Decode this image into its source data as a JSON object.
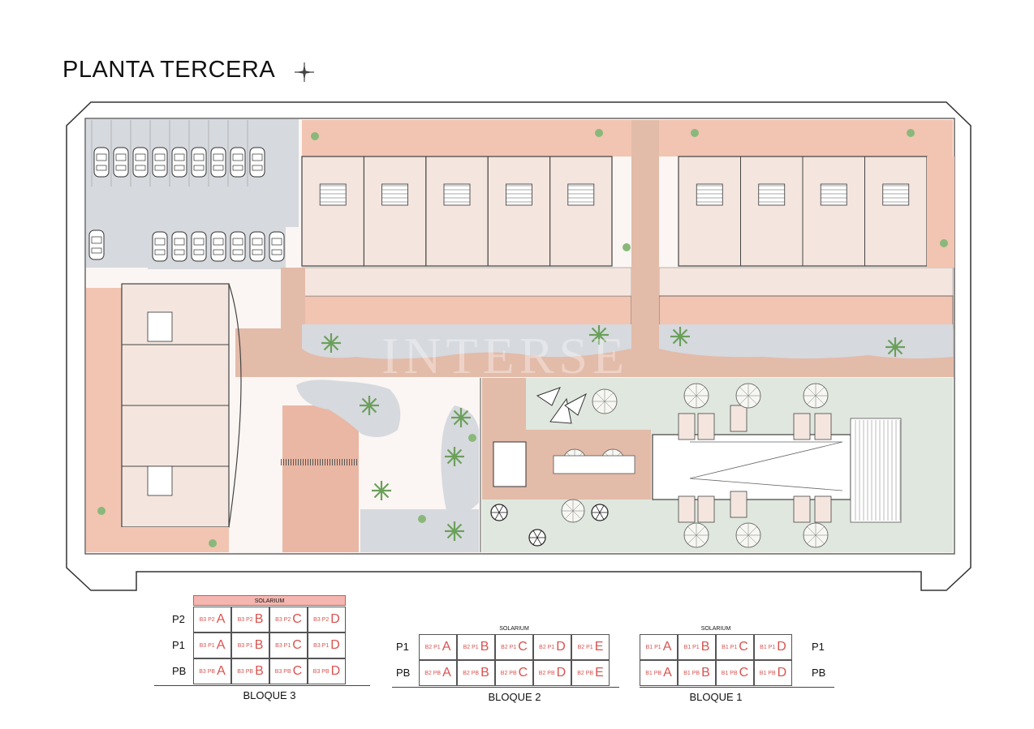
{
  "title": "PLANTA TERCERA",
  "watermark": "INTERSE",
  "colors": {
    "terracotta": "#f2c4b2",
    "paving": "#e3bba9",
    "garden": "#dfe7de",
    "gravel": "#d6d9de",
    "building": "#f4e6df",
    "accent": "#d9534f"
  },
  "solarium_label": "SOLARIUM",
  "blocks": [
    {
      "name": "BLOQUE 3",
      "has_solarium_row": true,
      "rows": [
        {
          "floor": "P2",
          "cells": [
            {
              "code": "B3 P2",
              "letter": "A"
            },
            {
              "code": "B3 P2",
              "letter": "B"
            },
            {
              "code": "B3 P2",
              "letter": "C"
            },
            {
              "code": "B3 P2",
              "letter": "D"
            }
          ]
        },
        {
          "floor": "P1",
          "cells": [
            {
              "code": "B3 P1",
              "letter": "A"
            },
            {
              "code": "B3 P1",
              "letter": "B"
            },
            {
              "code": "B3 P1",
              "letter": "C"
            },
            {
              "code": "B3 P1",
              "letter": "D"
            }
          ]
        },
        {
          "floor": "PB",
          "cells": [
            {
              "code": "B3 PB",
              "letter": "A"
            },
            {
              "code": "B3 PB",
              "letter": "B"
            },
            {
              "code": "B3 PB",
              "letter": "C"
            },
            {
              "code": "B3 PB",
              "letter": "D"
            }
          ]
        }
      ]
    },
    {
      "name": "BLOQUE 2",
      "has_solarium_row": false,
      "rows": [
        {
          "floor": "P1",
          "cells": [
            {
              "code": "B2 P1",
              "letter": "A"
            },
            {
              "code": "B2 P1",
              "letter": "B"
            },
            {
              "code": "B2 P1",
              "letter": "C"
            },
            {
              "code": "B2 P1",
              "letter": "D"
            },
            {
              "code": "B2 P1",
              "letter": "E"
            }
          ]
        },
        {
          "floor": "PB",
          "cells": [
            {
              "code": "B2 PB",
              "letter": "A"
            },
            {
              "code": "B2 PB",
              "letter": "B"
            },
            {
              "code": "B2 PB",
              "letter": "C"
            },
            {
              "code": "B2 PB",
              "letter": "D"
            },
            {
              "code": "B2 PB",
              "letter": "E"
            }
          ]
        }
      ]
    },
    {
      "name": "BLOQUE 1",
      "has_solarium_row": false,
      "rows": [
        {
          "floor": "P1",
          "cells": [
            {
              "code": "B1 P1",
              "letter": "A"
            },
            {
              "code": "B1 P1",
              "letter": "B"
            },
            {
              "code": "B1 P1",
              "letter": "C"
            },
            {
              "code": "B1 P1",
              "letter": "D"
            }
          ]
        },
        {
          "floor": "PB",
          "cells": [
            {
              "code": "B1 PB",
              "letter": "A"
            },
            {
              "code": "B1 PB",
              "letter": "B"
            },
            {
              "code": "B1 PB",
              "letter": "C"
            },
            {
              "code": "B1 PB",
              "letter": "D"
            }
          ]
        }
      ]
    }
  ]
}
